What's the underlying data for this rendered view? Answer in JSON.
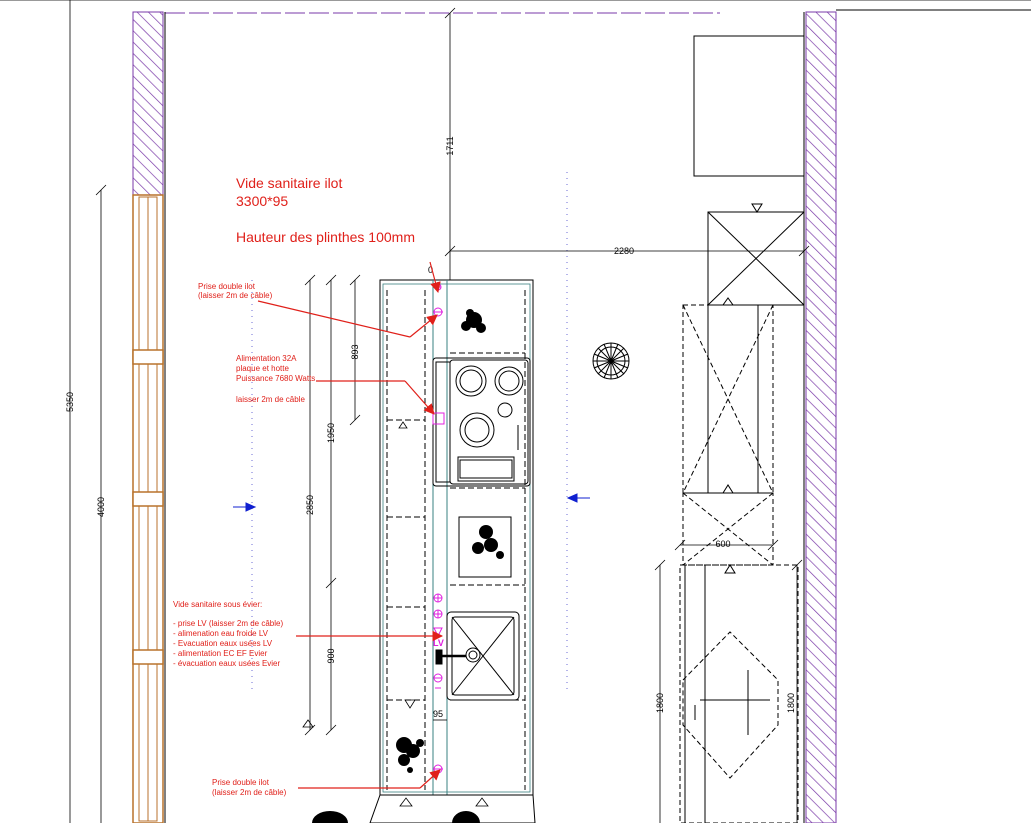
{
  "annotations": {
    "vide_sanitaire_ilot_line1": "Vide sanitaire ilot",
    "vide_sanitaire_ilot_line2": "3300*95",
    "hauteur_plinthes": "Hauteur des plinthes 100mm",
    "prise_double_top_line1": "Prise double ilot",
    "prise_double_top_line2": "(laisser 2m de câble)",
    "alimentation_line1": "Alimentation 32A",
    "alimentation_line2": "plaque et hotte",
    "alimentation_line3": "Puissance 7680 Watts",
    "alimentation_line4": "laisser 2m de câble",
    "evier_line1": "Vide sanitaire sous évier:",
    "evier_line2": "- prise LV (laisser 2m de câble)",
    "evier_line3": "- alimenation eau froide LV",
    "evier_line4": "- Evacuation eaux usées LV",
    "evier_line5": "- alimentation EC EF Evier",
    "evier_line6": "- évacuation eaux usées Evier",
    "prise_double_bottom_line1": "Prise double ilot",
    "prise_double_bottom_line2": "(laisser 2m de câble)"
  },
  "dimensions": {
    "d5350": "5350",
    "d4000": "4000",
    "d2850": "2850",
    "d1950": "1950",
    "d893": "893",
    "d900": "900",
    "d1711": "1711",
    "d2280": "2280",
    "d0": "0",
    "d95": "95",
    "d600": "600",
    "d1800_left": "1800",
    "d1800_right": "1800"
  },
  "colors": {
    "wall_hatch": "#7a3aa8",
    "annotation_red": "#e0201a",
    "marker_blue": "#1020d0",
    "electric_magenta": "#e020e0",
    "wood": "#b8722c"
  }
}
